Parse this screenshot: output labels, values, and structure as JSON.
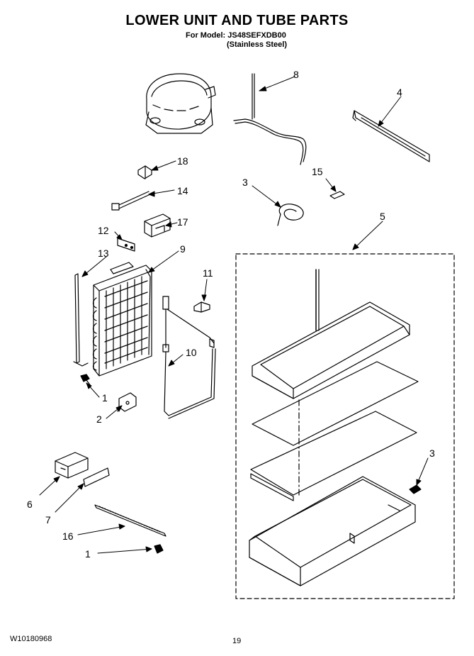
{
  "header": {
    "title": "LOWER UNIT AND TUBE PARTS",
    "model_line": "For Model: JS48SEFXDB00",
    "finish_line": "(Stainless Steel)"
  },
  "callouts": {
    "c1a": "1",
    "c1b": "1",
    "c2": "2",
    "c3a": "3",
    "c3b": "3",
    "c4": "4",
    "c5": "5",
    "c6": "6",
    "c7": "7",
    "c8": "8",
    "c9": "9",
    "c10": "10",
    "c11": "11",
    "c12": "12",
    "c13": "13",
    "c14": "14",
    "c15": "15",
    "c16": "16",
    "c17": "17",
    "c18": "18"
  },
  "footer": {
    "doc_number": "W10180968",
    "page_number": "19"
  }
}
